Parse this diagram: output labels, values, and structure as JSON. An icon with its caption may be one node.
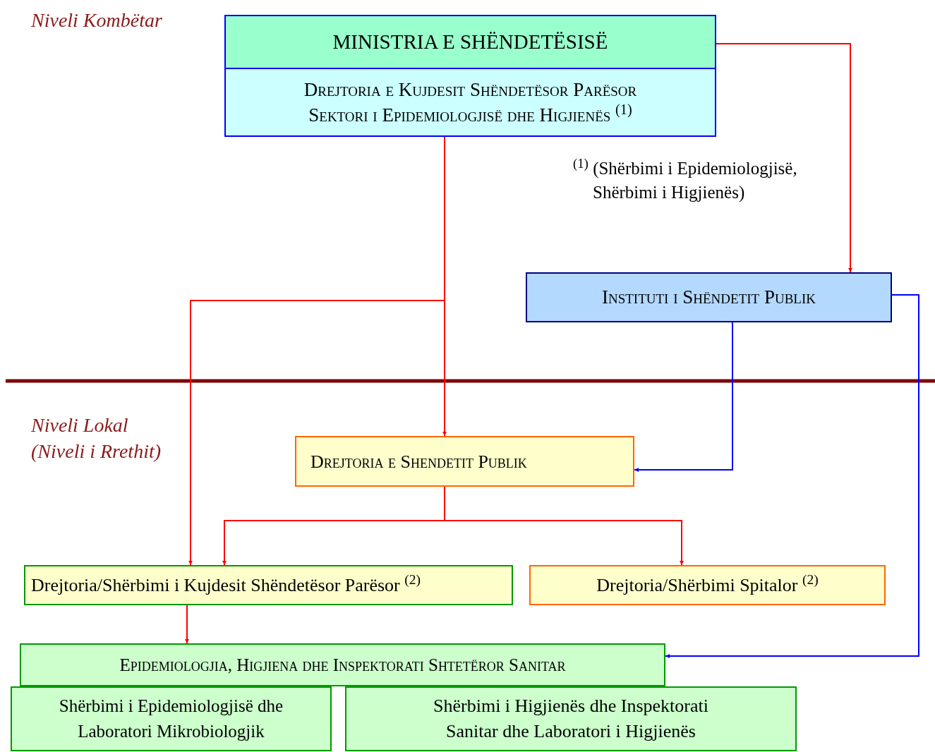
{
  "diagram": {
    "nodes": [
      {
        "text": [
          "MINISTRIA E SHËNDETËSISË"
        ]
      },
      {
        "text": [
          "Drejtoria e Kujdesit Shëndetësor Parësor Sektori i Epidemiologjisë dhe Higjienës $^{(1)}$"
        ]
      },
      {
        "text": [
          "Instituti i Shëndetit Publik"
        ]
      },
      {
        "text": [
          "Drejtoria e Shendetit Publik"
        ]
      },
      {
        "text": [
          "Drejtoria/Shërbimi i Kujdesit Shëndetësor Parësor $^{(2)}$"
        ]
      },
      {
        "text": [
          "Drejtoria/Shërbimi Spitalor $^{(2)}$"
        ]
      },
      {
        "text": [
          "Epidemiologjia, Higjiena dhe Inspektorati Shtetëror Sanitar"
        ]
      },
      {
        "text": [
          "Shërbimi i Epidemiologjisë dhe Laboratori Mikrobiologjik"
        ]
      },
      {
        "text": [
          "Shërbimi i Higjienës dhe Inspektorati Sanitar dhe Laboratori i Higjienës"
        ]
      }
    ],
    "edges": [
      {
        "from": 0,
        "to": 2,
        "arrow": "to"
      },
      {
        "from": 1,
        "to": 3,
        "arrow": "to"
      },
      {
        "from": 1,
        "to": 4,
        "arrow": "to"
      },
      {
        "from": 3,
        "to": 4,
        "arrow": "to"
      },
      {
        "from": 3,
        "to": 5,
        "arrow": "to"
      },
      {
        "from": 2,
        "to": 3,
        "arrow": "to",
        "color": "#0000ff"
      },
      {
        "from": 2,
        "to": 6,
        "arrow": "to",
        "color": "#0000ff"
      },
      {
        "from": 4,
        "to": 6,
        "arrow": "to"
      }
    ],
    "labels": [
      "Niveli Kombëtar",
      "$^{(1)}$ (Shërbimi i Epidemiologjisë, Shërbimi i Higjienës)",
      "Niveli Lokal (Niveli i Rrethit)"
    ]
  }
}
